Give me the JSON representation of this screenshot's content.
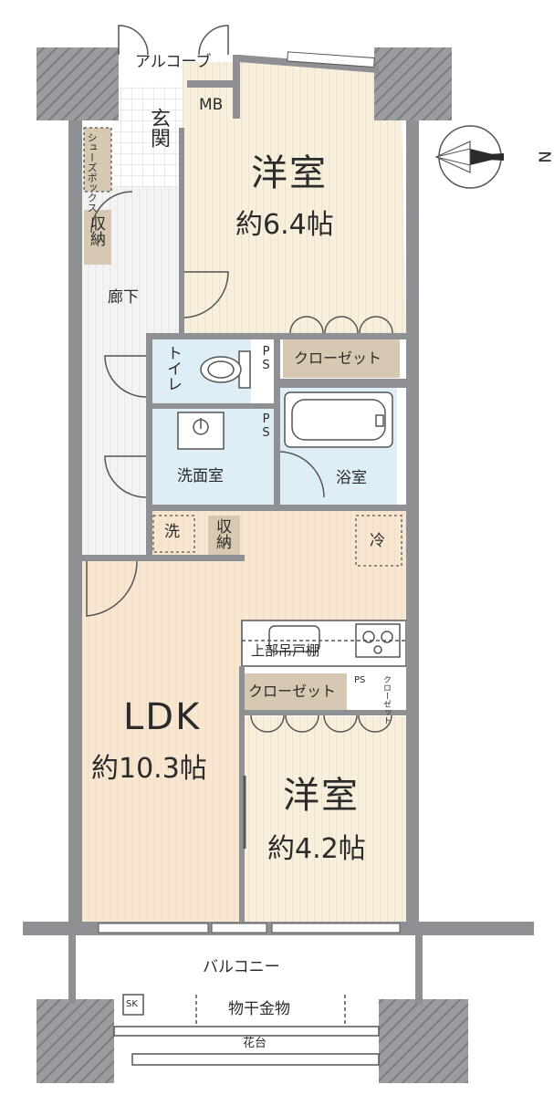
{
  "rooms": {
    "western1": {
      "name": "洋室",
      "size": "約6.4帖"
    },
    "western2": {
      "name": "洋室",
      "size": "約4.2帖"
    },
    "ldk": {
      "name": "LDK",
      "size": "約10.3帖"
    }
  },
  "labels": {
    "alcove": "アルコーブ",
    "mb": "MB",
    "genkan": "玄関",
    "shoes": "シューズボックス",
    "storage1": "収納",
    "corridor": "廊下",
    "toilet": "トイレ",
    "ps1": "PS",
    "ps2": "PS",
    "ps3": "PS",
    "closet1": "クローゼット",
    "closet2": "クローゼット",
    "closet3": "クローゼット",
    "washroom": "洗面室",
    "bath": "浴室",
    "washer": "洗",
    "storage2": "収納",
    "fridge": "冷",
    "upper_cabinet": "上部吊戸棚",
    "balcony": "バルコニー",
    "sk": "SK",
    "laundry_pole": "物干金物",
    "flower_bed": "花台",
    "north": "N"
  },
  "colors": {
    "wall": "#8e9094",
    "wall_dark": "#6d6f73",
    "floor_wood": "#f7eedc",
    "floor_ldk": "#f8e6d1",
    "wet_area": "#ddeef7",
    "storage": "#d6c8b1",
    "corridor": "#f1f1f1",
    "line": "#555555"
  }
}
